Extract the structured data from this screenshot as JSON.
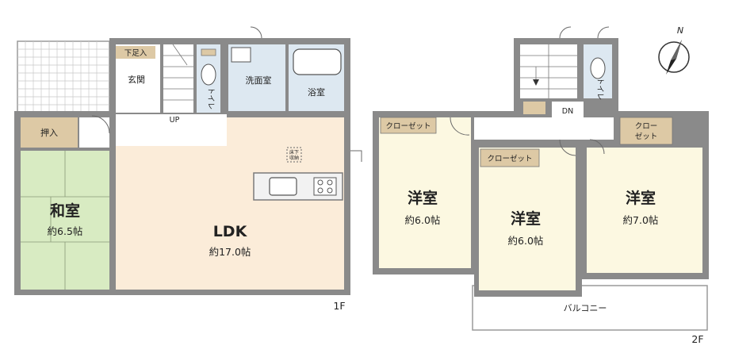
{
  "floor1": {
    "label": "1F",
    "rooms": {
      "washitsu_name": "和室",
      "washitsu_size": "約6.5帖",
      "oshiire": "押入",
      "genkan": "玄関",
      "getabako": "下足入",
      "toilet": "トイレ",
      "stairs": "UP",
      "senmen": "洗面室",
      "yokushitsu": "浴室",
      "ldk_name": "LDK",
      "ldk_size": "約17.0帖",
      "storage_line1": "床下",
      "storage_line2": "収納"
    }
  },
  "floor2": {
    "label": "2F",
    "rooms": {
      "yoshitsu1_name": "洋室",
      "yoshitsu1_size": "約6.0帖",
      "yoshitsu2_name": "洋室",
      "yoshitsu2_size": "約6.0帖",
      "yoshitsu3_name": "洋室",
      "yoshitsu3_size": "約7.0帖",
      "closet1": "クローゼット",
      "closet2": "クローゼット",
      "closet3_line1": "クロー",
      "closet3_line2": "ゼット",
      "toilet": "トイレ",
      "stairs": "DN",
      "balcony": "バルコニー"
    }
  },
  "compass": {
    "label": "N",
    "icon": "north-arrow-icon"
  },
  "colors": {
    "wall": "#8a8a8a",
    "ldk_floor": "#fbecd9",
    "washitsu_floor": "#d8ebc2",
    "yoshitsu_floor": "#fcf8e1",
    "wet_floor": "#dde8f1",
    "storage_tag": "#ddc9a5",
    "corridor": "#ffffff"
  }
}
